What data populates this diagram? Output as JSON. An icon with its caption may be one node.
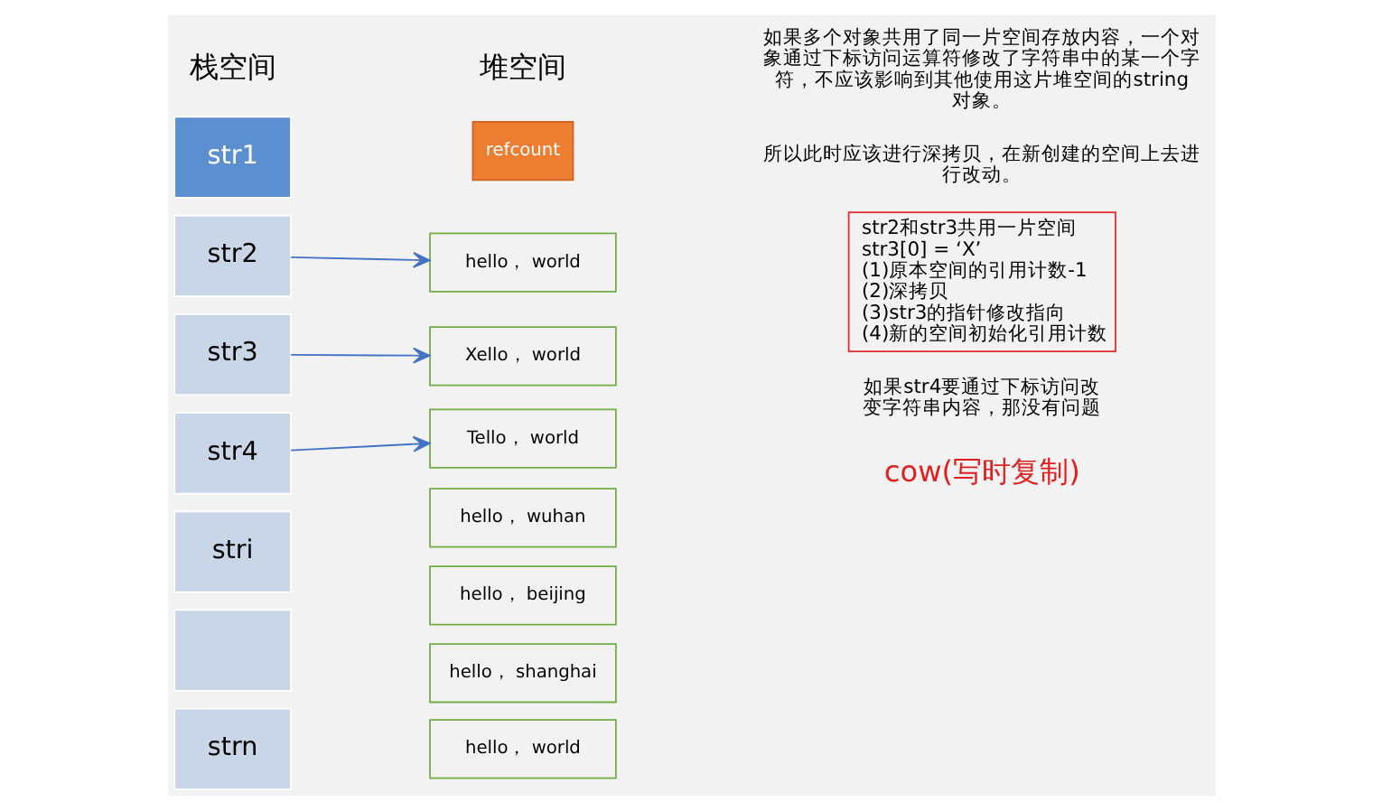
{
  "diagram": {
    "nodes": [
      {
        "text": [
          "str1"
        ]
      },
      {
        "text": [
          "str2"
        ]
      },
      {
        "text": [
          "str3"
        ]
      },
      {
        "text": [
          "str4"
        ]
      },
      {
        "text": [
          "stri"
        ]
      },
      {
        "text": [],
        "shape": "box"
      },
      {
        "text": [
          "strn"
        ]
      },
      {
        "text": [
          "refcount"
        ]
      },
      {
        "text": [
          "hello， world"
        ]
      },
      {
        "text": [
          "Xello， world"
        ]
      },
      {
        "text": [
          "Tello， world"
        ]
      },
      {
        "text": [
          "hello， wuhan"
        ]
      },
      {
        "text": [
          "hello， beijing"
        ]
      },
      {
        "text": [
          "hello， shanghai"
        ]
      },
      {
        "text": [
          "hello， world"
        ]
      },
      {
        "text": [
          "str2和str3共用一片空间",
          "str3[0] = ‘X’",
          "(1)原本空间的引用计数-1",
          "(2)深拷贝",
          "(3)str3的指针修改指向",
          "(4)新的空间初始化引用计数"
        ]
      }
    ],
    "edges": [
      {
        "from": 1,
        "to": 8,
        "arrow": "to"
      },
      {
        "from": 2,
        "to": 9,
        "arrow": "to"
      },
      {
        "from": 3,
        "to": 10,
        "arrow": "to"
      }
    ],
    "labels": [
      "栈空间",
      "堆空间",
      "如果多个对象共用了同一片空间存放内容，一个对象通过下标访问运算符修改了字符串中的某一个字符，不应该影响到其他使用这片堆空间的string对象。",
      "所以此时应该进行深拷贝，在新创建的空间上去进行改动。",
      "如果str4要通过下标访问改变字符串内容，那没有问题",
      "cow(写时复制)"
    ]
  }
}
